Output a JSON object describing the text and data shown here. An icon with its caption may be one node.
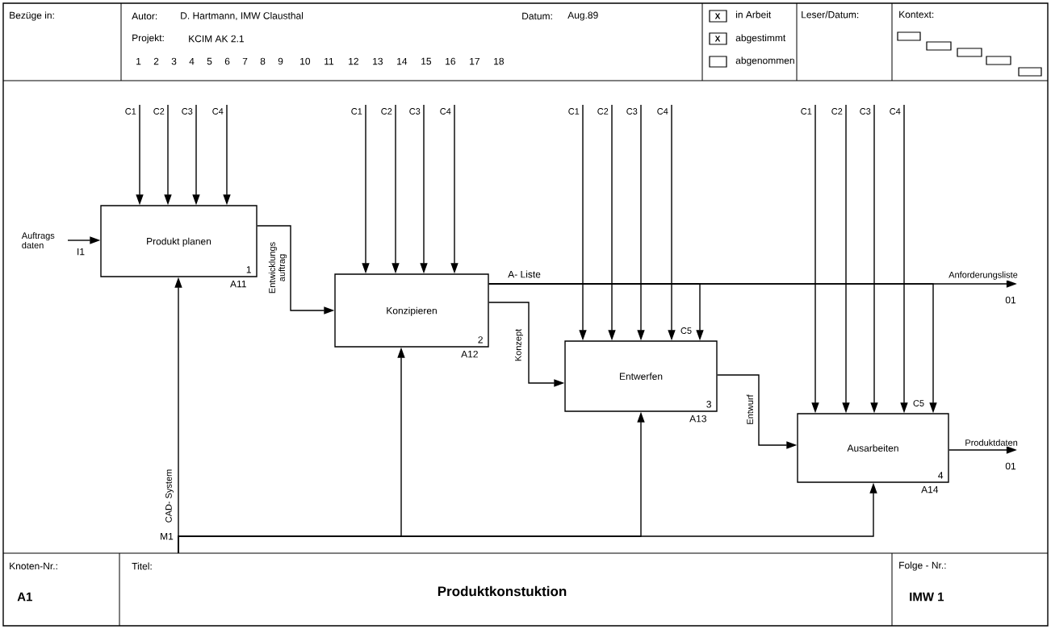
{
  "diagram": {
    "title": "Produktkonstuktion",
    "nodes": [
      {
        "text": [
          "Produkt planen",
          "1"
        ],
        "beside": [
          "A11"
        ]
      },
      {
        "text": [
          "Konzipieren",
          "2"
        ],
        "beside": [
          "A12"
        ]
      },
      {
        "text": [
          "Entwerfen",
          "3"
        ],
        "beside": [
          "A13"
        ]
      },
      {
        "text": [
          "Ausarbeiten",
          "4"
        ],
        "beside": [
          "A14"
        ]
      },
      {
        "text": [
          "01"
        ]
      },
      {
        "text": [
          "01"
        ]
      }
    ],
    "edges": [
      {
        "from": null,
        "to": 0,
        "arrow": "to",
        "label": "C1"
      },
      {
        "from": null,
        "to": 0,
        "arrow": "to",
        "label": "C2"
      },
      {
        "from": null,
        "to": 0,
        "arrow": "to",
        "label": "C3"
      },
      {
        "from": null,
        "to": 0,
        "arrow": "to",
        "label": "C4"
      },
      {
        "from": null,
        "to": 1,
        "arrow": "to",
        "label": "C1"
      },
      {
        "from": null,
        "to": 1,
        "arrow": "to",
        "label": "C2"
      },
      {
        "from": null,
        "to": 1,
        "arrow": "to",
        "label": "C3"
      },
      {
        "from": null,
        "to": 1,
        "arrow": "to",
        "label": "C4"
      },
      {
        "from": null,
        "to": 2,
        "arrow": "to",
        "label": "C1"
      },
      {
        "from": null,
        "to": 2,
        "arrow": "to",
        "label": "C2"
      },
      {
        "from": null,
        "to": 2,
        "arrow": "to",
        "label": "C3"
      },
      {
        "from": null,
        "to": 2,
        "arrow": "to",
        "label": "C4"
      },
      {
        "from": null,
        "to": 3,
        "arrow": "to",
        "label": "C1"
      },
      {
        "from": null,
        "to": 3,
        "arrow": "to",
        "label": "C2"
      },
      {
        "from": null,
        "to": 3,
        "arrow": "to",
        "label": "C3"
      },
      {
        "from": null,
        "to": 3,
        "arrow": "to",
        "label": "C4"
      },
      {
        "from": null,
        "to": 0,
        "arrow": "to",
        "label": "Auftrags daten"
      },
      {
        "from": 0,
        "to": 1,
        "arrow": "to",
        "label": "Entwicklungs auftrag"
      },
      {
        "from": 1,
        "to": 4,
        "arrow": "to",
        "label": "Anforderungsliste"
      },
      {
        "from": 1,
        "to": 2,
        "arrow": "to",
        "label": "C5"
      },
      {
        "from": 1,
        "to": 3,
        "arrow": "to",
        "label": "C5"
      },
      {
        "from": 1,
        "to": 2,
        "arrow": "to",
        "label": "Konzept"
      },
      {
        "from": 2,
        "to": 3,
        "arrow": "to",
        "label": "Entwurf"
      },
      {
        "from": 3,
        "to": 5,
        "arrow": "to",
        "label": "Produktdaten"
      },
      {
        "from": null,
        "to": 0,
        "arrow": "to",
        "label": "CAD- System"
      },
      {
        "from": null,
        "to": 1,
        "arrow": "to"
      },
      {
        "from": null,
        "to": 2,
        "arrow": "to"
      },
      {
        "from": null,
        "to": 3,
        "arrow": "to"
      }
    ],
    "labels": [
      "Bezüge in:",
      "Autor:",
      "D. Hartmann, IMW Clausthal",
      "Datum:",
      "Aug.89",
      "Projekt:",
      "KCIM AK 2.1",
      "1",
      "2",
      "3",
      "4",
      "5",
      "6",
      "7",
      "8",
      "9",
      "10",
      "11",
      "12",
      "13",
      "14",
      "15",
      "16",
      "17",
      "18",
      "X",
      "in Arbeit",
      "X",
      "abgestimmt",
      "abgenommen",
      "Leser/Datum:",
      "Kontext:",
      "I1",
      "A- Liste",
      "M1",
      "Knoten-Nr.:",
      "A1",
      "Titel:",
      "Folge - Nr.:",
      "IMW 1"
    ]
  }
}
